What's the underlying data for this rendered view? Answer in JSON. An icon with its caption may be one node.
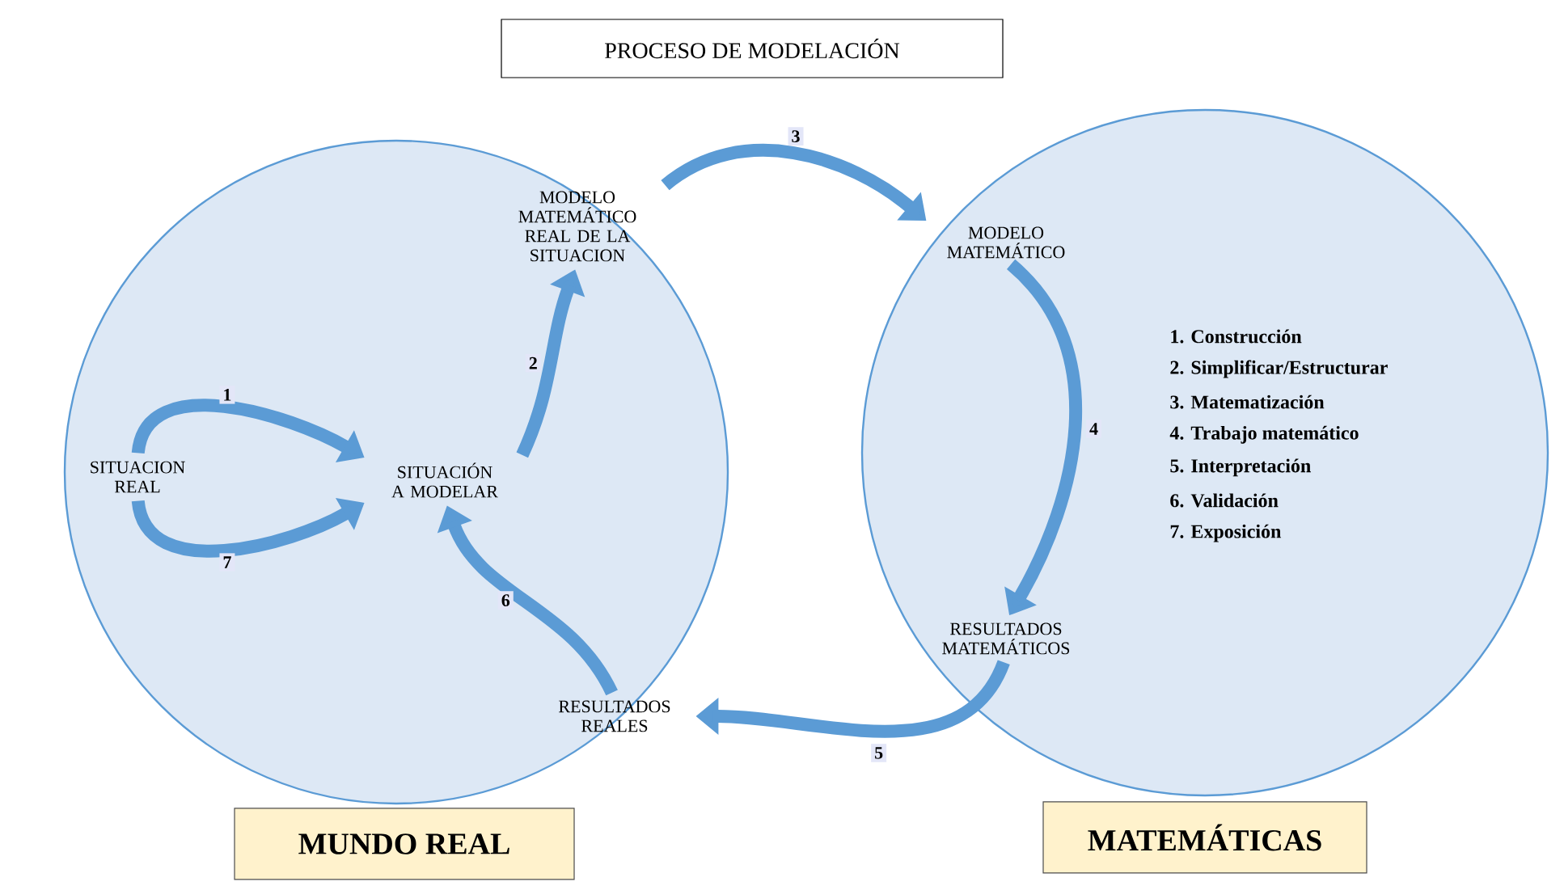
{
  "diagram": {
    "nodes": [
      {
        "text": [
          "PROCESO DE MODELACIÓN"
        ]
      },
      {
        "text": [],
        "shape": "circle"
      },
      {
        "text": [],
        "shape": "circle"
      },
      {
        "text": [
          "SITUACION REAL"
        ],
        "in": 1
      },
      {
        "text": [
          "SITUACIÓN A MODELAR"
        ],
        "in": 1
      },
      {
        "text": [
          "MODELO MATEMÁTICO REAL DE LA SITUACION"
        ],
        "in": 1
      },
      {
        "text": [
          "RESULTADOS REALES"
        ],
        "in": 1
      },
      {
        "text": [
          "MODELO MATEMÁTICO"
        ],
        "in": 2
      },
      {
        "text": [
          "RESULTADOS MATEMÁTICOS"
        ],
        "in": 2
      },
      {
        "text": [
          "MUNDO REAL"
        ]
      },
      {
        "text": [
          "MATEMÁTICAS"
        ]
      }
    ],
    "edges": [
      {
        "from": 3,
        "to": 4,
        "arrow": "to",
        "label": "1"
      },
      {
        "from": 4,
        "to": 5,
        "arrow": "to",
        "label": "2"
      },
      {
        "from": 5,
        "to": 7,
        "arrow": "to",
        "label": "3"
      },
      {
        "from": 7,
        "to": 8,
        "arrow": "to",
        "label": "4"
      },
      {
        "from": 8,
        "to": 6,
        "arrow": "to",
        "label": "5"
      },
      {
        "from": 6,
        "to": 4,
        "arrow": "to",
        "label": "6"
      },
      {
        "from": 3,
        "to": 4,
        "arrow": "to",
        "label": "7"
      }
    ],
    "labels": [
      "1. Construcción",
      "2. Simplificar/Estructurar",
      "3. Matematización",
      "4. Trabajo matemático",
      "5. Interpretación",
      "6. Validación",
      "7. Exposición"
    ]
  }
}
